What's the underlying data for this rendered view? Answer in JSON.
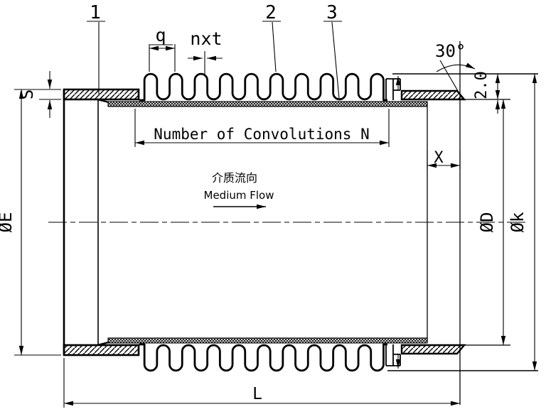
{
  "page": {
    "background": "#ffffff",
    "line_color": "#000000"
  },
  "callouts": {
    "part1": "1",
    "part2": "2",
    "part3": "3"
  },
  "dims": {
    "pitch": "q",
    "layers_thickness": "nxt",
    "weld_bevel_angle": "30°",
    "collar_step": "2.0",
    "wall_thickness": "S",
    "left_pipe_outer_diameter": "ØE",
    "weld_end_diameter": "ØD",
    "crest_diameter": "Øk",
    "liner_gap": "X",
    "overall_length": "L",
    "convolution_count_label": "Number of Convolutions N"
  },
  "flow": {
    "label_cn": "介质流向",
    "label_en": "Medium Flow"
  }
}
